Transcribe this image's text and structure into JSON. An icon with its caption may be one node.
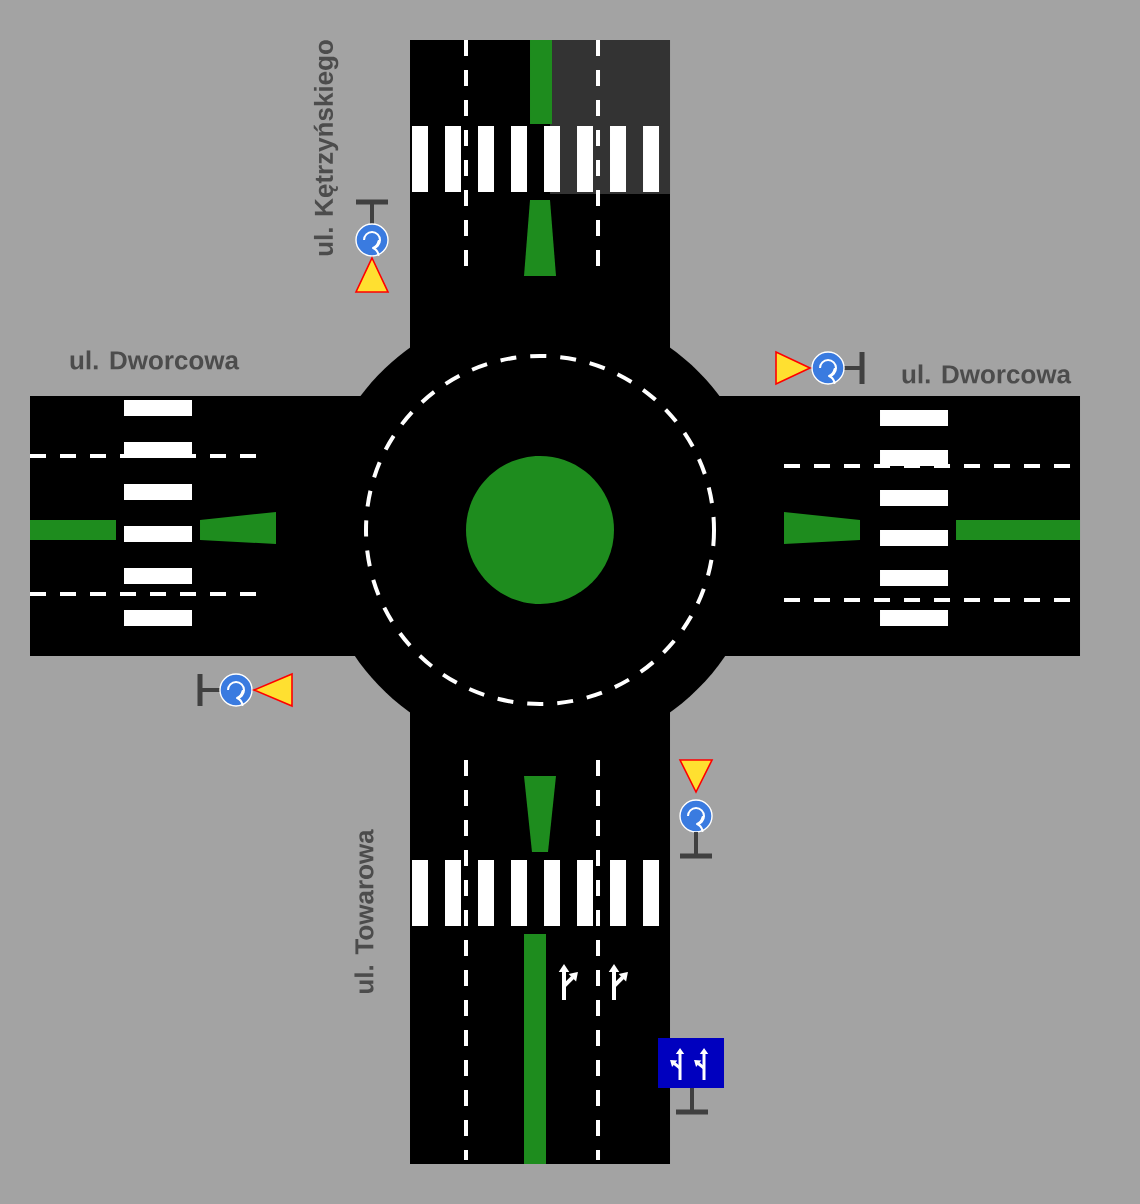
{
  "diagram": {
    "labels": [
      "ul. Kętrzyńskiego",
      "ul. Dworcowa",
      "ul. Dworcowa",
      "ul. Towarowa"
    ]
  }
}
